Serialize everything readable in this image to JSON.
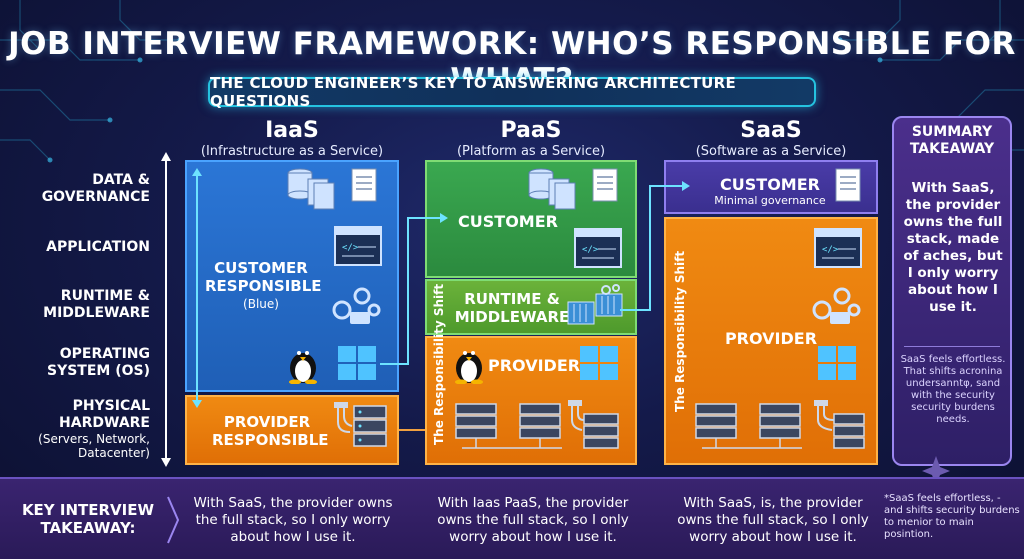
{
  "title": "JOB INTERVIEW FRAMEWORK: WHO’S RESPONSIBLE FOR WHAT?",
  "subtitle": "THE CLOUD ENGINEER’S KEY TO ANSWERING ARCHITECTURE QUESTIONS",
  "layers": [
    {
      "label": "DATA & GOVERNANCE"
    },
    {
      "label": "APPLICATION"
    },
    {
      "label": "RUNTIME & MIDDLEWARE"
    },
    {
      "label": "OPERATING SYSTEM (OS)"
    },
    {
      "label": "PHYSICAL HARDWARE",
      "detail": "(Servers, Network, Datacenter)"
    }
  ],
  "columns": {
    "iaas": {
      "name": "IaaS",
      "sub": "(Infrastructure as a Service)",
      "customer_label": "CUSTOMER RESPONSIBLE",
      "customer_note": "(Blue)",
      "provider_label": "PROVIDER RESPONSIBLE"
    },
    "paas": {
      "name": "PaaS",
      "sub": "(Platform as a Service)",
      "customer_label": "CUSTOMER",
      "runtime_label": "RUNTIME & MIDDLEWARE",
      "provider_label": "PROVIDER",
      "shift_label": "The Responsibility Shift"
    },
    "saas": {
      "name": "SaaS",
      "sub": "(Software as a Service)",
      "customer_label": "CUSTOMER",
      "customer_note": "Minimal governance",
      "provider_label": "PROVIDER",
      "shift_label": "The Responsibility Shift"
    }
  },
  "summary": {
    "head": "SUMMARY TAKEAWAY",
    "body": "With SaaS, the provider owns the full stack, made of aches, but I only worry about how I use it.",
    "note": "SaaS feels effortless. That shifts acronina undersanntφ, sand with the security security burdens needs."
  },
  "bottom": {
    "title": "KEY INTERVIEW TAKEAWAY:",
    "col1": "With SaaS, the provider owns the full stack, so I only worry about how I use it.",
    "col2": "With Iaas PaaS, the provider owns the full stack, so I only worry about how I use it.",
    "col3": "With SaaS, is, the provider owns the full stack, so I only worry about how I use it.",
    "note": "*SaaS feels effortless, - and shifts security burdens to menior to main posintion."
  },
  "colors": {
    "customer_blue": "#2b76d6",
    "provider_orange": "#f08a12",
    "runtime_green": "#3aa850",
    "saas_customer_purple": "#4a3ca8",
    "accent_cyan": "#25c3e0"
  },
  "icons": [
    "database-icon",
    "document-icon",
    "code-window-icon",
    "gears-icon",
    "linux-penguin-icon",
    "windows-logo-icon",
    "server-rack-icon",
    "network-cable-icon",
    "containers-icon"
  ]
}
